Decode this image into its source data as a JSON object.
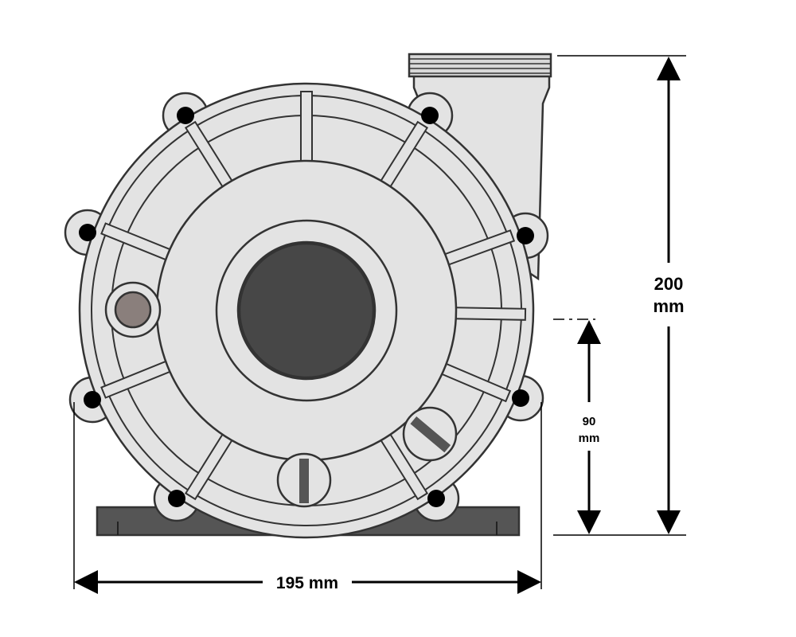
{
  "diagram": {
    "subject": "pump-front-view",
    "dimensions": {
      "width": {
        "value": "195 mm"
      },
      "total_height": {
        "value_line1": "200",
        "value_line2": "mm"
      },
      "shaft_height": {
        "value_line1": "90",
        "value_line2": "mm"
      }
    },
    "colors": {
      "body_fill": "#e3e3e3",
      "outline": "#333333",
      "base_fill": "#555555",
      "port_fill": "#474747",
      "drain_plug_fill": "#8a7f7c",
      "arrow": "#000000"
    }
  }
}
